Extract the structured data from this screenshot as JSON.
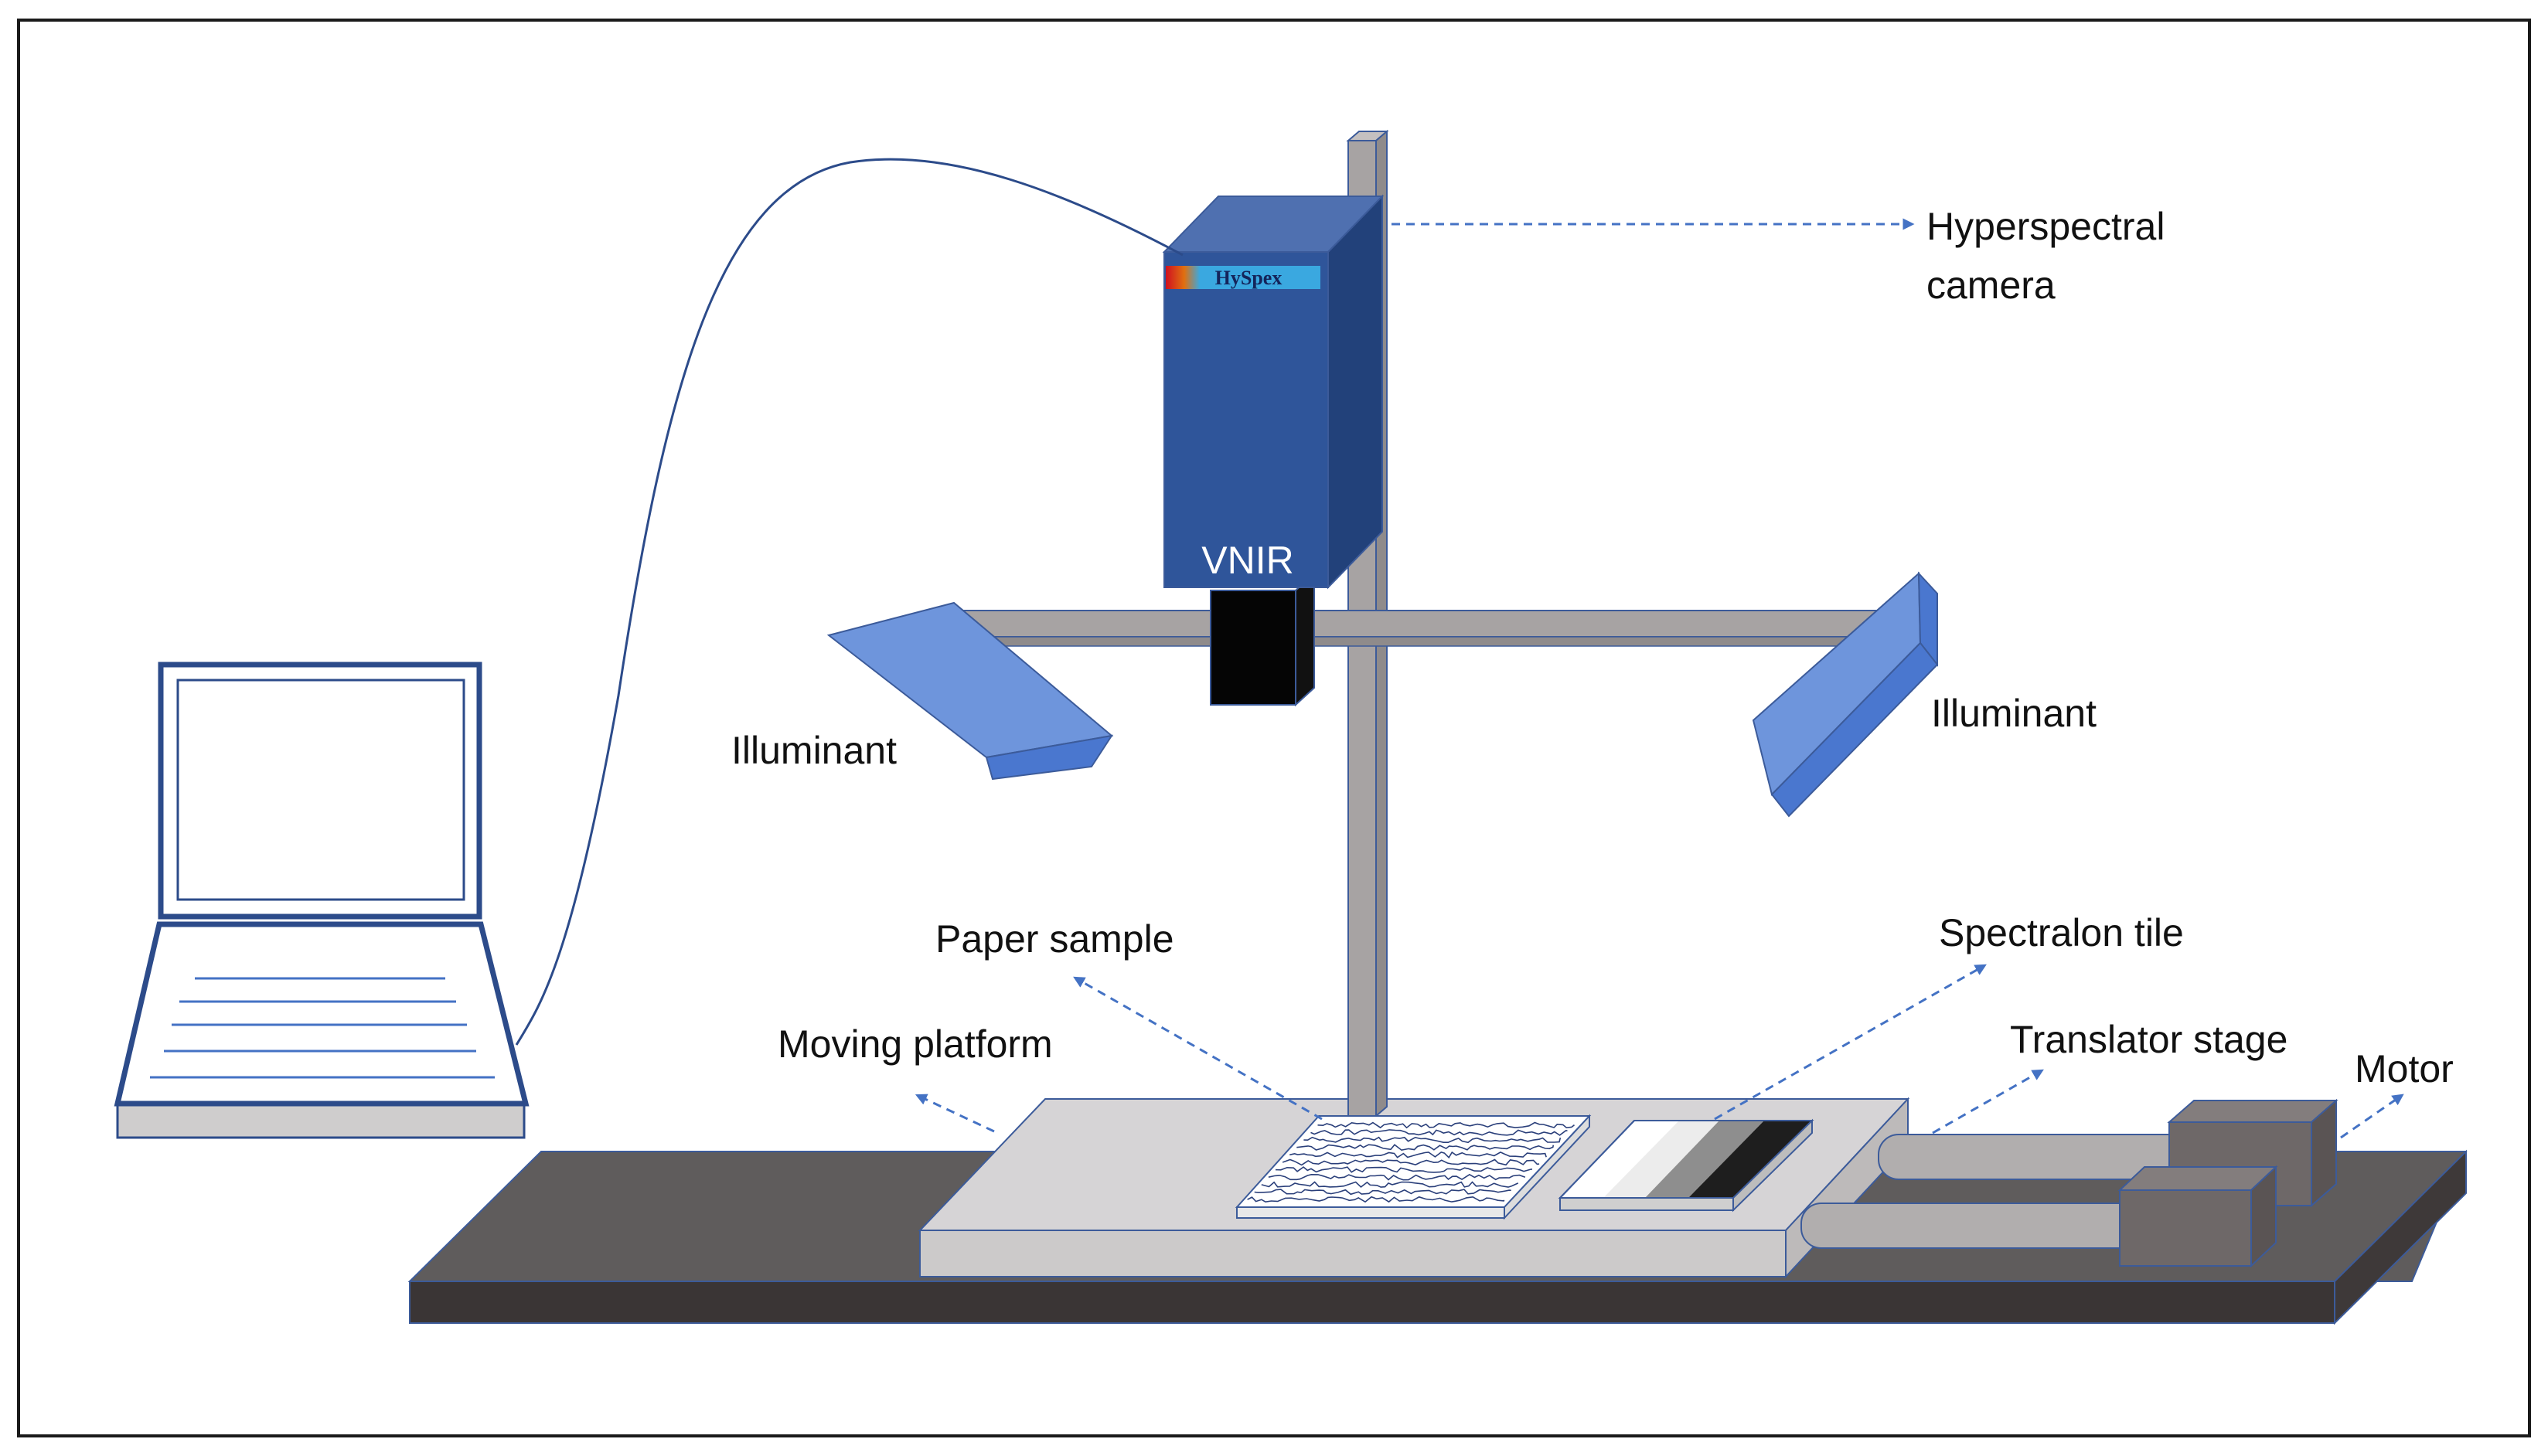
{
  "labels": {
    "hyperspectral_camera_line1": "Hyperspectral",
    "hyperspectral_camera_line2": "camera",
    "camera_model": "VNIR",
    "camera_brand": "HySpex",
    "illuminant_left": "Illuminant",
    "illuminant_right": "Illuminant",
    "paper_sample": "Paper sample",
    "spectralon_tile": "Spectralon tile",
    "moving_platform": "Moving platform",
    "translator_stage": "Translator stage",
    "motor": "Motor"
  },
  "colors": {
    "camera_front": "#2f559a",
    "camera_top": "#4f70b0",
    "camera_side": "#22417a",
    "illuminant_top": "#6e95dc",
    "illuminant_side": "#4a77cf",
    "stand": "#a7a3a3",
    "stand_edge": "#3c5b9a",
    "table_top": "#5f5c5c",
    "table_front": "#3a3535",
    "platform_top": "#d6d4d6",
    "platform_front": "#cccaca",
    "motor": "#6e6868",
    "rod": "#b1aeae",
    "laptop_outline": "#2c4b8a",
    "pointer": "#4472c4"
  }
}
